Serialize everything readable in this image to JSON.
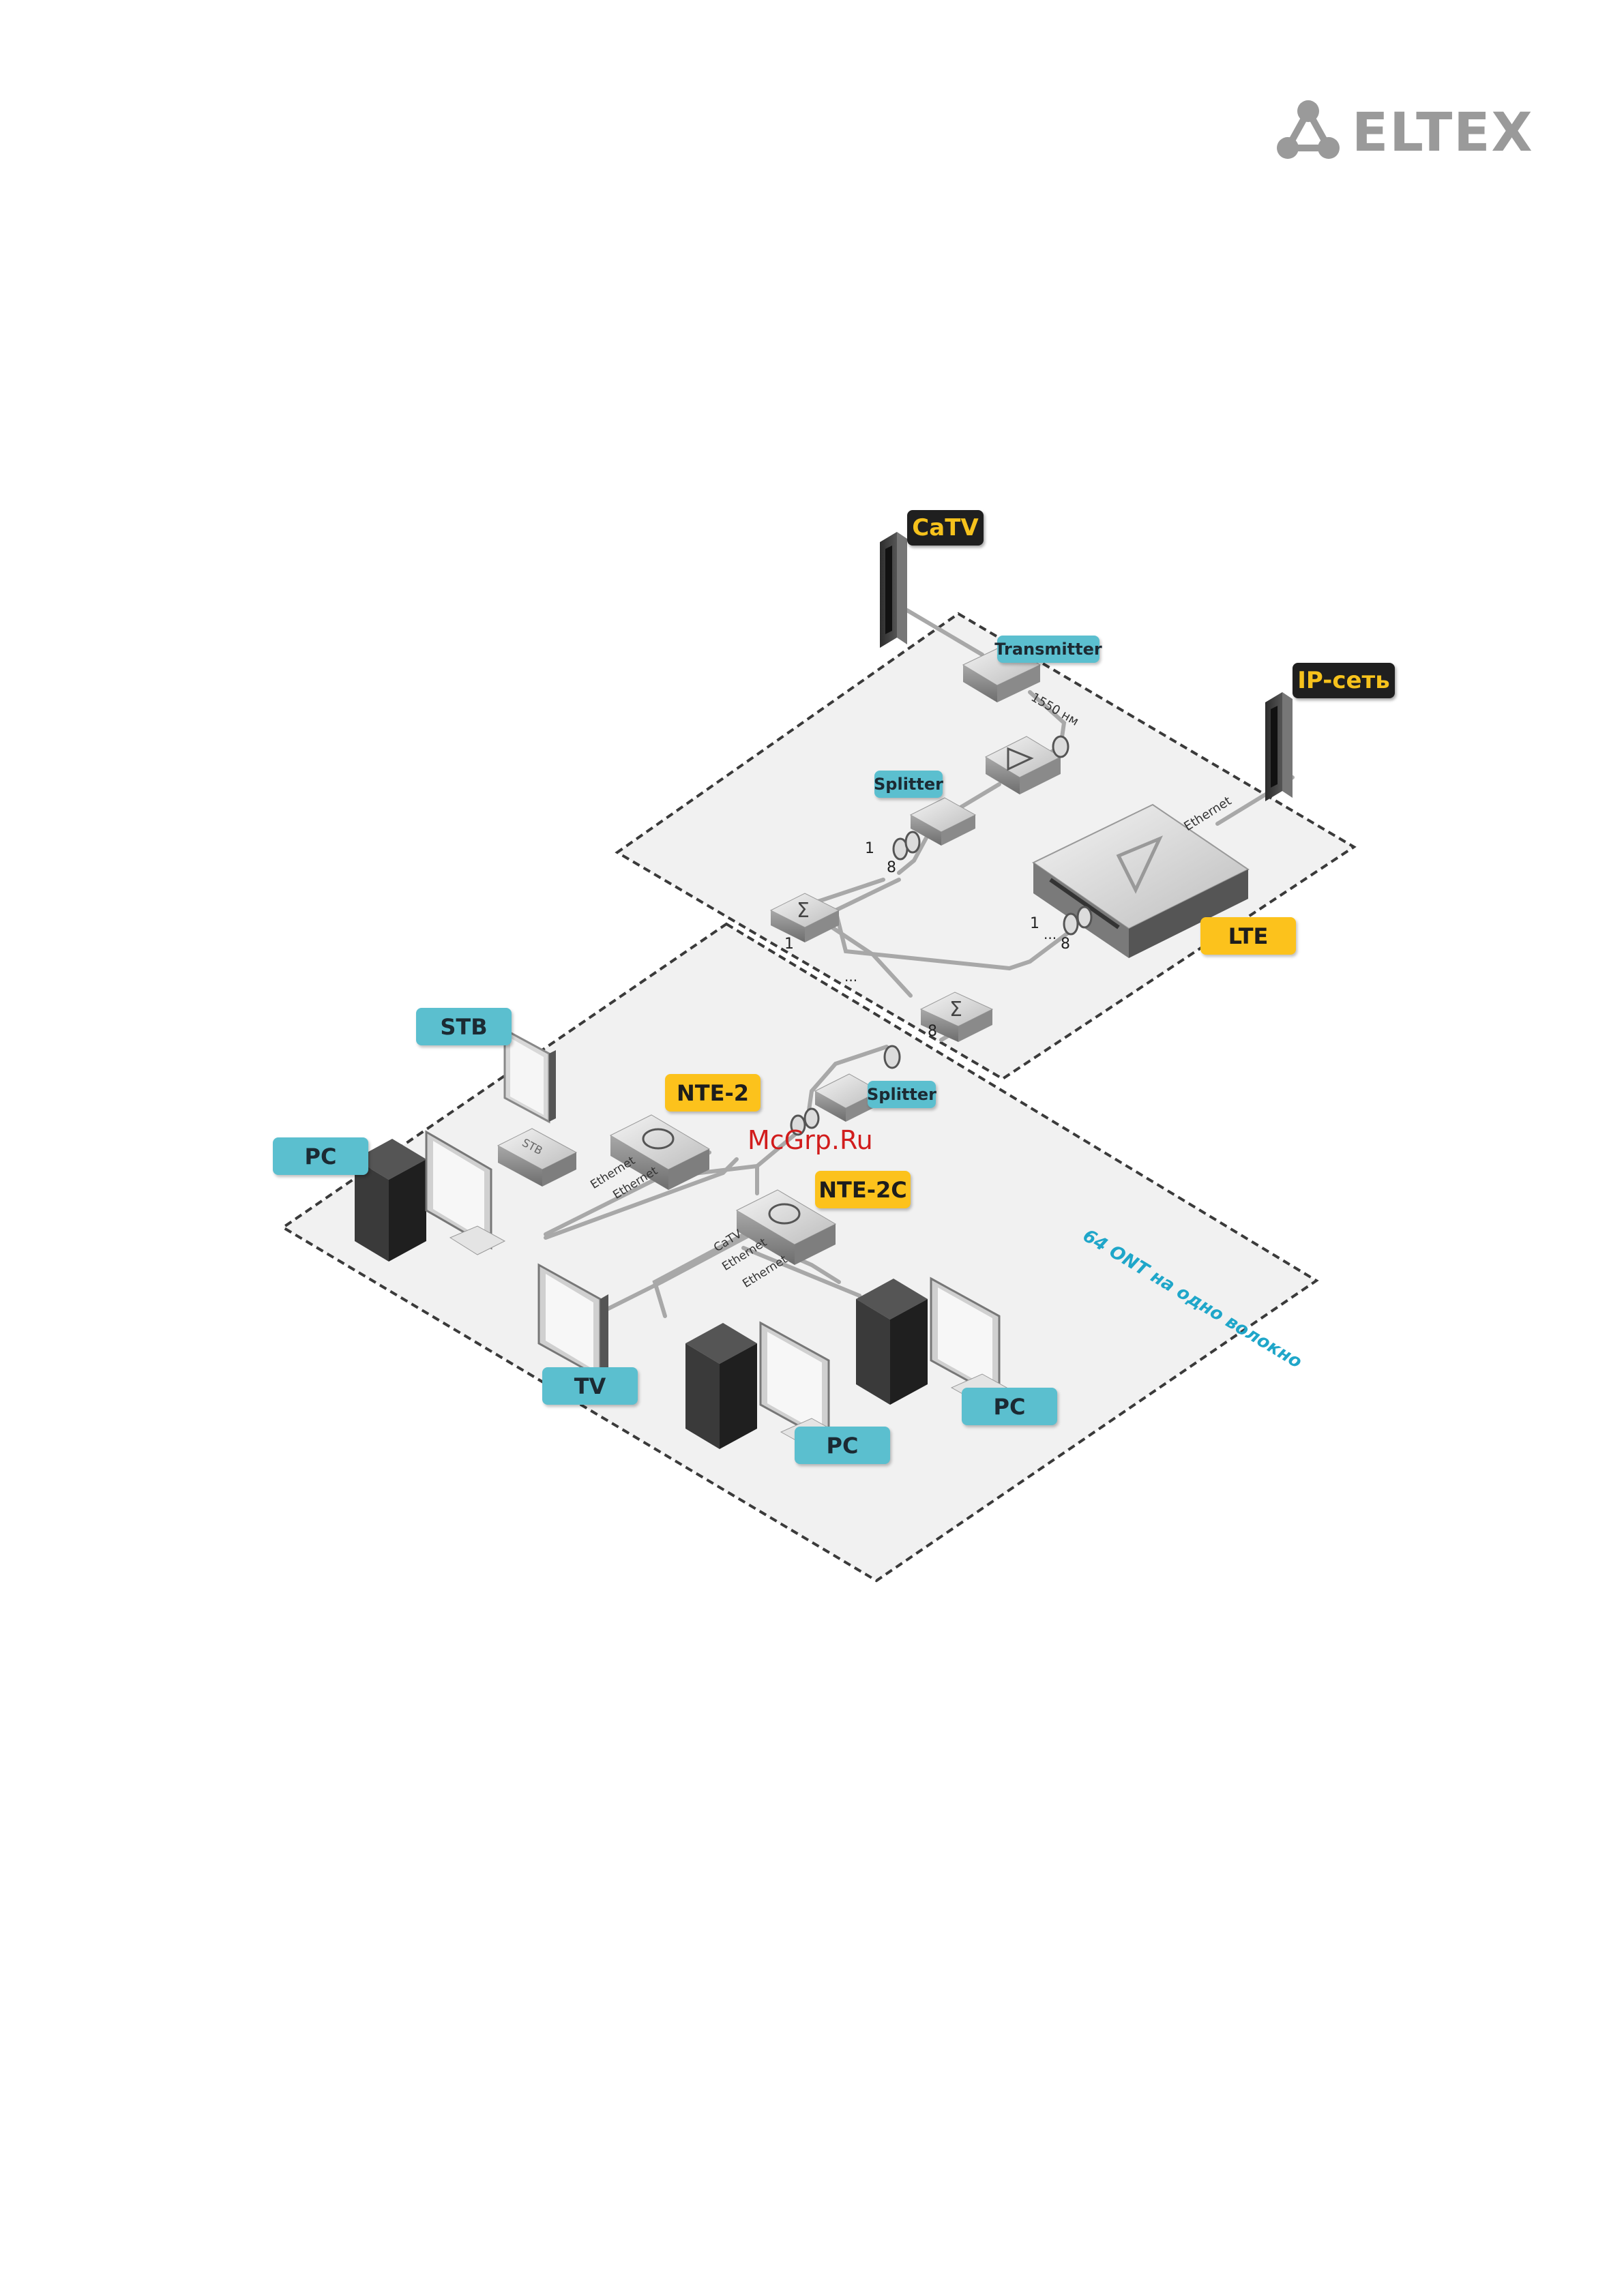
{
  "logo": {
    "text": "ELTEX"
  },
  "watermark": "McGrp.Ru",
  "labels": {
    "catv": "CaTV",
    "ip_net": "IP-сеть",
    "transmitter": "Transmitter",
    "wavelength": "1550 нм",
    "splitter_top": "Splitter",
    "splitter_bottom": "Splitter",
    "lte": "LTE",
    "stb": "STB",
    "pc_left": "PC",
    "nte2": "NTE-2",
    "nte2c": "NTE-2C",
    "tv": "TV",
    "pc_middle": "PC",
    "pc_right": "PC",
    "ont_note": "64 ONT на одно волокно",
    "eth_ip": "Ethernet",
    "eth_nte2_a": "Ethernet",
    "eth_nte2_b": "Ethernet",
    "catv_cable": "CaTV",
    "eth_nte2c_a": "Ethernet",
    "eth_nte2c_b": "Ethernet",
    "split_top_1": "1",
    "split_top_8": "8",
    "split_lte_1": "1",
    "split_lte_8": "8",
    "split_lte_dots": "...",
    "comb_left_1": "1",
    "comb_dots": "...",
    "comb_right_8": "8",
    "stb_screen": "STB"
  },
  "colors": {
    "callout_blue": "#5bbfcf",
    "callout_yellow": "#fcc21c",
    "callout_black": "#1f1f1f",
    "ont_note_color": "#1fa6c9",
    "watermark": "#d11c1c"
  }
}
